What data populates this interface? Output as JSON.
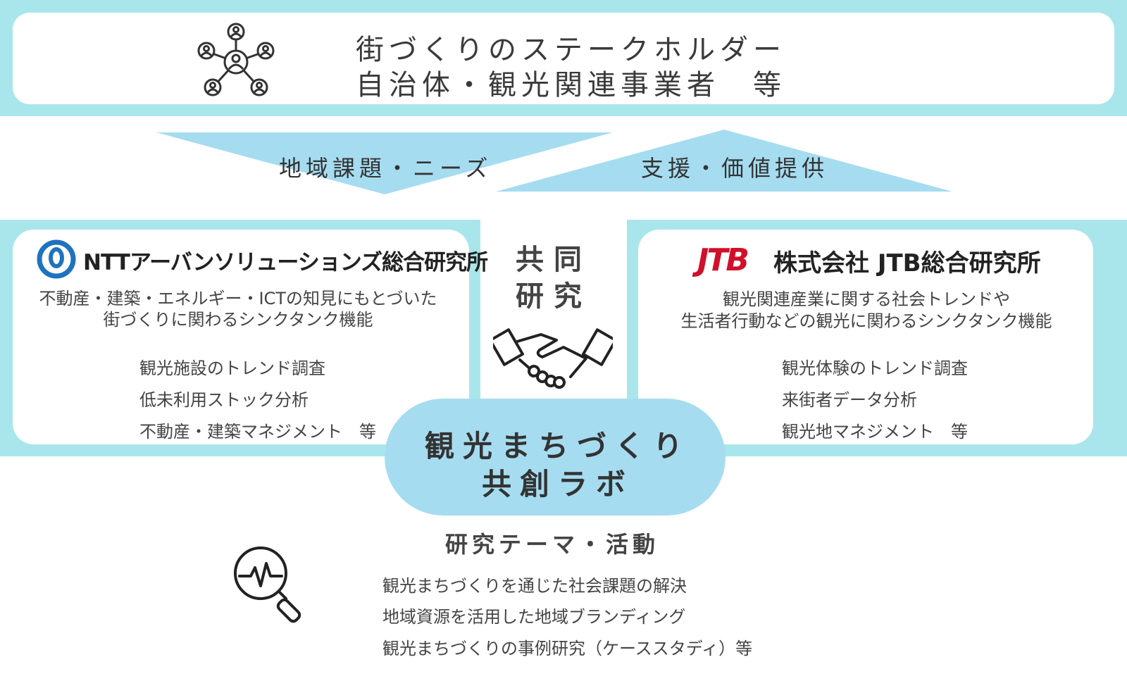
{
  "stakeholders": {
    "line1": "街づくりのステークホルダー",
    "line2": "自治体・観光関連事業者　等"
  },
  "arrows": {
    "left_label": "地域課題・ニーズ",
    "right_label": "支援・価値提供"
  },
  "ntt": {
    "name": "NTTアーバンソリューションズ総合研究所",
    "desc_line1": "不動産・建築・エネルギー・ICTの知見にもとづいた",
    "desc_line2": "街づくりに関わるシンクタンク機能",
    "items": [
      "観光施設のトレンド調査",
      "低未利用ストック分析",
      "不動産・建築マネジメント　等"
    ]
  },
  "jtb": {
    "logo": "JTB",
    "name": "株式会社 JTB総合研究所",
    "desc_line1": "観光関連産業に関する社会トレンドや",
    "desc_line2": "生活者行動などの観光に関わるシンクタンク機能",
    "items": [
      "観光体験のトレンド調査",
      "来街者データ分析",
      "観光地マネジメント　等"
    ]
  },
  "joint": {
    "line1": "共同",
    "line2": "研究"
  },
  "lab": {
    "line1": "観光まちづくり",
    "line2": "共創ラボ"
  },
  "research": {
    "title": "研究テーマ・活動",
    "items": [
      "観光まちづくりを通じた社会課題の解決",
      "地域資源を活用した地域ブランディング",
      "観光まちづくりの事例研究（ケーススタディ）等"
    ]
  },
  "colors": {
    "band": "#a9e6ec",
    "arrow": "#a6dcf0",
    "pill": "#a6dcf0",
    "jtb_red": "#d0102a",
    "ntt_blue": "#1e73be"
  },
  "icons": {
    "stakeholder": "network-people-icon",
    "joint": "handshake-icon",
    "research": "magnifier-pulse-icon",
    "ntt_logo": "ntt-logo-icon"
  }
}
